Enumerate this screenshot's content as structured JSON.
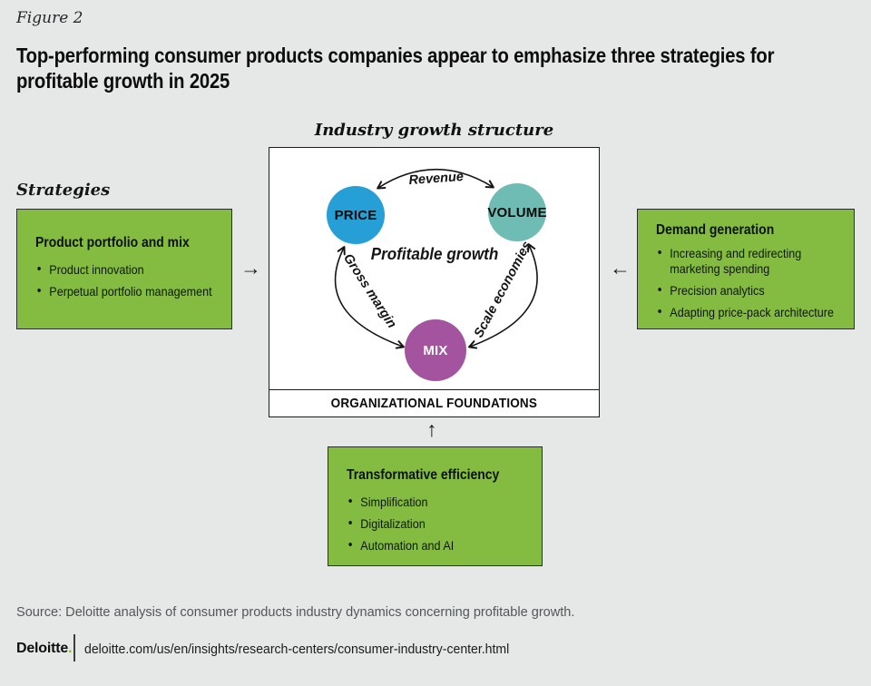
{
  "figure_label": "Figure 2",
  "title": {
    "line1": "Top-performing consumer products companies appear to emphasize three strategies for",
    "line2": "profitable growth in 2025"
  },
  "strategies_label": "Strategies",
  "diagram": {
    "header": "Industry growth structure",
    "center_label": "Profitable growth",
    "foundations_label": "ORGANIZATIONAL FOUNDATIONS",
    "nodes": [
      {
        "id": "price",
        "label": "PRICE",
        "color": "#259fd6",
        "text_color": "#0c0c0c"
      },
      {
        "id": "volume",
        "label": "VOLUME",
        "color": "#6fbcb4",
        "text_color": "#0c0c0c"
      },
      {
        "id": "mix",
        "label": "MIX",
        "color": "#a4549f",
        "text_color": "#ffffff"
      }
    ],
    "edges": [
      {
        "label": "Revenue",
        "between": [
          "PRICE",
          "VOLUME"
        ]
      },
      {
        "label": "Gross margin",
        "between": [
          "MIX",
          "PRICE"
        ]
      },
      {
        "label": "Scale economies",
        "between": [
          "MIX",
          "VOLUME"
        ]
      }
    ]
  },
  "strategy_boxes": {
    "left": {
      "heading": "Product portfolio and mix",
      "bullets": [
        "Product innovation",
        "Perpetual portfolio management"
      ]
    },
    "right": {
      "heading": "Demand generation",
      "bullets": [
        "Increasing and redirecting marketing spending",
        "Precision analytics",
        "Adapting price-pack architecture"
      ]
    },
    "bottom": {
      "heading": "Transformative efficiency",
      "bullets": [
        "Simplification",
        "Digitalization",
        "Automation and AI"
      ]
    }
  },
  "flow_arrows": {
    "left_to_center": "→",
    "right_to_center": "←",
    "bottom_to_center": "↑"
  },
  "source_text": "Source: Deloitte analysis of consumer products industry dynamics concerning profitable growth.",
  "footer": {
    "brand": "Deloitte",
    "brand_dot": ".",
    "url": "deloitte.com/us/en/insights/research-centers/consumer-industry-center.html"
  },
  "colors": {
    "background": "#e6e8e7",
    "strategy_box_green": "#84bc42",
    "price_blue": "#259fd6",
    "volume_teal": "#6fbcb4",
    "mix_purple": "#a4549f",
    "brand_dot_green": "#86bc25",
    "source_gray": "#53565a"
  }
}
